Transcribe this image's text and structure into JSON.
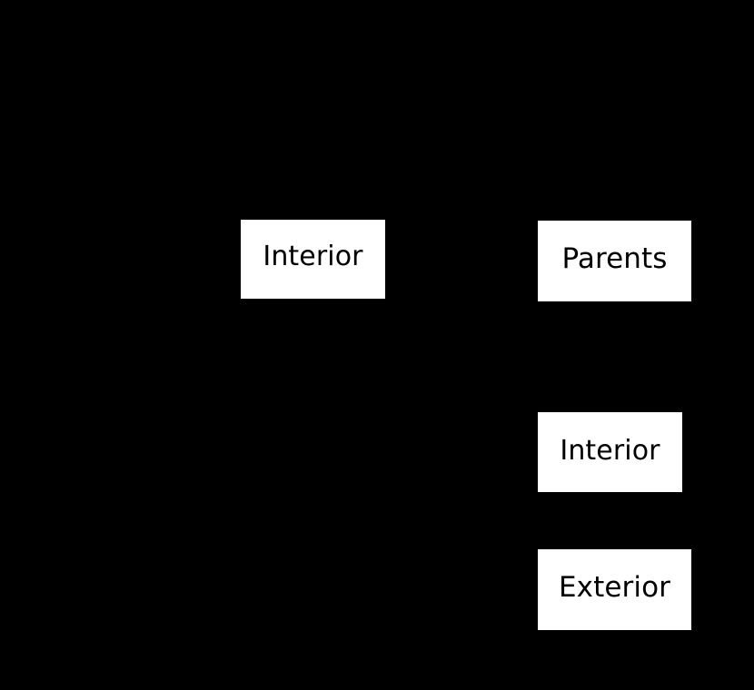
{
  "diagram": {
    "background_color": "#000000",
    "node_fill_color": "#ffffff",
    "node_text_color": "#000000",
    "nodes": [
      {
        "label": "Interior"
      },
      {
        "label": "Parents"
      },
      {
        "label": "Interior"
      },
      {
        "label": "Exterior"
      }
    ]
  }
}
